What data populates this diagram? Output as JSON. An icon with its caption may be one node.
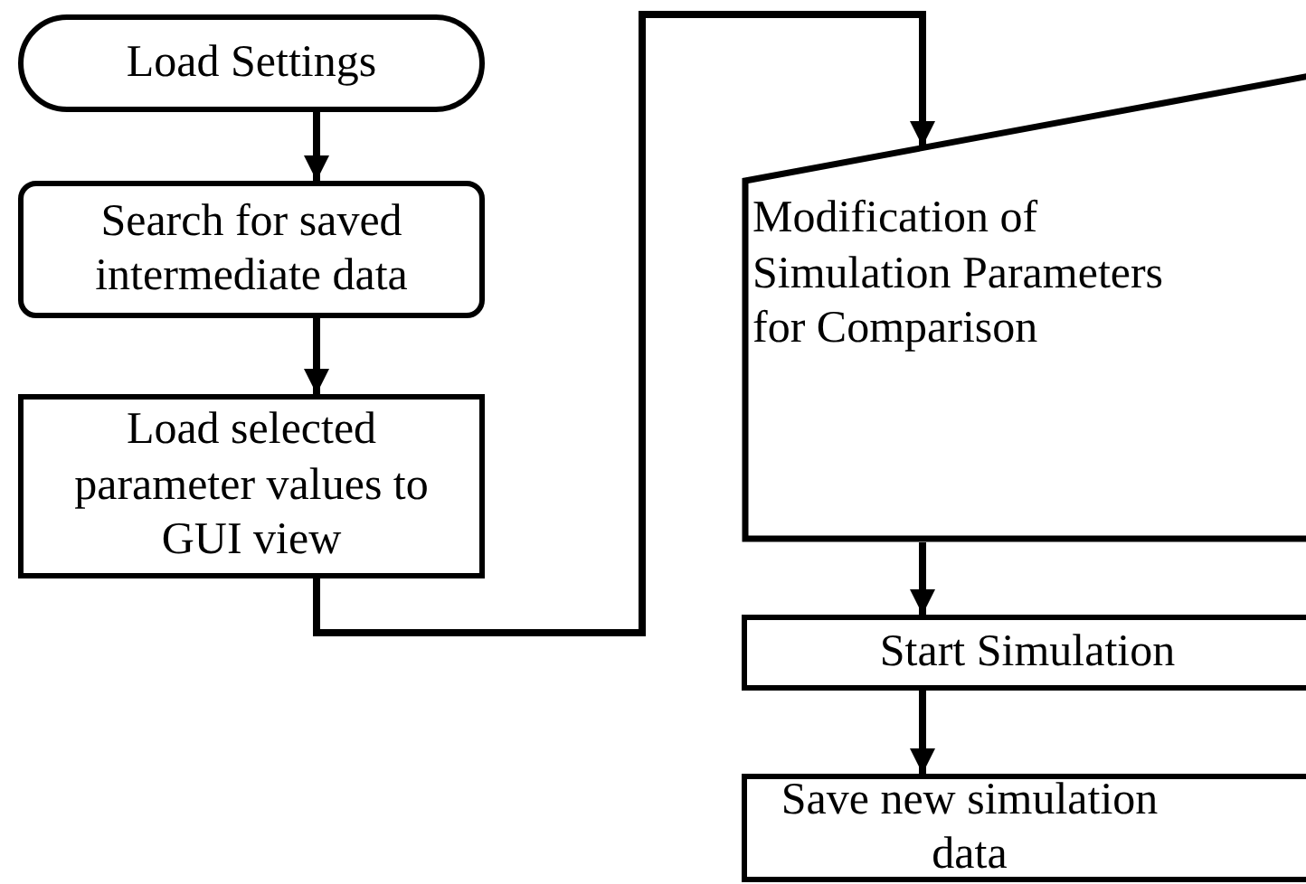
{
  "diagram": {
    "nodes": [
      {
        "text": [
          "Load Settings"
        ]
      },
      {
        "text": [
          "Search for saved intermediate data"
        ]
      },
      {
        "text": [
          "Load selected parameter values to GUI view"
        ]
      },
      {
        "text": [
          "Modification of Simulation Parameters for Comparison"
        ]
      },
      {
        "text": [
          "Start Simulation"
        ]
      },
      {
        "text": [
          "Save new simulation data"
        ]
      }
    ],
    "edges": [
      {
        "from": 0,
        "to": 1,
        "arrow": "to"
      },
      {
        "from": 1,
        "to": 2,
        "arrow": "to"
      },
      {
        "from": 2,
        "to": 3,
        "arrow": "to"
      },
      {
        "from": 3,
        "to": 4,
        "arrow": "to"
      },
      {
        "from": 4,
        "to": 5,
        "arrow": "to"
      }
    ]
  }
}
